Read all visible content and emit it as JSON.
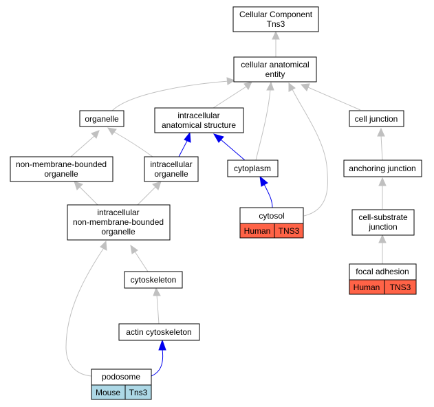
{
  "nodes": {
    "cellular_component": {
      "lines": [
        "Cellular Component",
        "Tns3"
      ]
    },
    "cellular_anatomical_entity": {
      "lines": [
        "cellular anatomical",
        "entity"
      ]
    },
    "organelle": {
      "lines": [
        "organelle"
      ]
    },
    "intracellular_anatomical_structure": {
      "lines": [
        "intracellular",
        "anatomical structure"
      ]
    },
    "cell_junction": {
      "lines": [
        "cell junction"
      ]
    },
    "non_membrane_bounded_organelle": {
      "lines": [
        "non-membrane-bounded",
        "organelle"
      ]
    },
    "intracellular_organelle": {
      "lines": [
        "intracellular",
        "organelle"
      ]
    },
    "cytoplasm": {
      "lines": [
        "cytoplasm"
      ]
    },
    "anchoring_junction": {
      "lines": [
        "anchoring junction"
      ]
    },
    "intracellular_non_membrane_bounded_organelle": {
      "lines": [
        "intracellular",
        "non-membrane-bounded",
        "organelle"
      ]
    },
    "cytosol": {
      "lines": [
        "cytosol"
      ],
      "tags": [
        "Human",
        "TNS3"
      ]
    },
    "cell_substrate_junction": {
      "lines": [
        "cell-substrate",
        "junction"
      ]
    },
    "focal_adhesion": {
      "lines": [
        "focal adhesion"
      ],
      "tags": [
        "Human",
        "TNS3"
      ]
    },
    "cytoskeleton": {
      "lines": [
        "cytoskeleton"
      ]
    },
    "actin_cytoskeleton": {
      "lines": [
        "actin cytoskeleton"
      ]
    },
    "podosome": {
      "lines": [
        "podosome"
      ],
      "tags": [
        "Mouse",
        "Tns3"
      ]
    }
  },
  "colors": {
    "human_tag": "#ff6347",
    "mouse_tag": "#add8e6",
    "edge_gray": "#c0c0c0",
    "edge_blue": "#0000ee"
  }
}
